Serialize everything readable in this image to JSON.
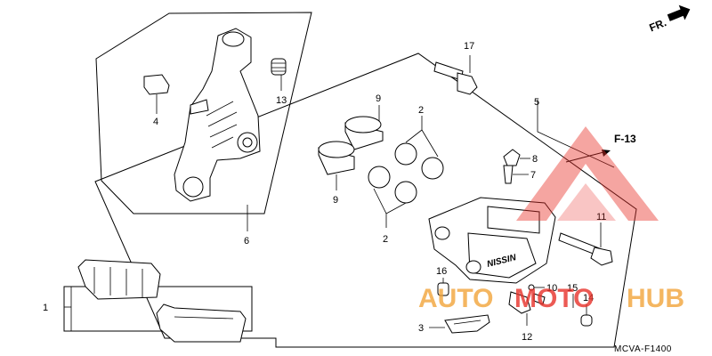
{
  "direction": {
    "label": "FR.",
    "icon": "front-arrow-icon"
  },
  "reference": {
    "label": "F-13",
    "icon": "reference-arrow-icon"
  },
  "diagram_code": "MCVA-F1400",
  "callouts": {
    "pads": "1",
    "caliper_seal_kit": "2",
    "pad_spring": "3",
    "pad_retainer": "4",
    "caliper_assembly": "5",
    "caliper_bracket": "6",
    "bleeder_screw": "7",
    "bleeder_cap": "8",
    "piston_upper": "9",
    "piston_lower": "9",
    "pad_pin_plug": "10",
    "pad_pin": "11",
    "slide_pin_bolt": "12",
    "bracket_boot": "13",
    "caliper_boot": "14",
    "pin_bolt": "15",
    "slide_sleeve": "16",
    "caliper_mount_bolt": "17"
  },
  "seal_kit_callout_lower": "2",
  "caliper_logo": "NISSIN",
  "watermark": {
    "text_auto": "AUTO",
    "text_moto": "MOTO",
    "text_hub": "HUB",
    "color_red": "#e8322a",
    "color_orange": "#f2a43a"
  }
}
